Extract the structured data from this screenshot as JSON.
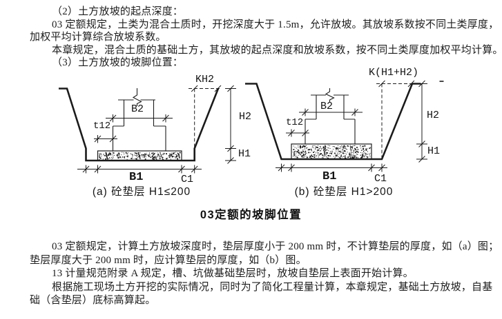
{
  "colors": {
    "background": "#ffffff",
    "ink": "#1b1b1b"
  },
  "top_paragraph": {
    "lines": [
      "（2）土方放坡的起点深度：",
      "03 定额规定，土类为混合土质时，开挖深度大于 1.5m，允许放坡。其放坡系数按不同土类厚度，",
      "加权平均计算综合放坡系数。",
      "本章规定，混合土质的基础土方，其放坡的起点深度和放坡系数，按不同土类厚度加权平均计算。",
      "（3）土方放坡的坡脚位置："
    ]
  },
  "figure": {
    "title": "03定额的坡脚位置",
    "diagram_a": {
      "caption": "(a) 砼垫层 H1≤200",
      "labels": {
        "b2": "B2",
        "t12": "t12",
        "kh2": "KH2",
        "h2": "H2",
        "h1": "H1",
        "b1": "B1",
        "c1": "C1"
      }
    },
    "diagram_b": {
      "caption": "(b) 砼垫层 H1>200",
      "labels": {
        "b2": "B2",
        "t12": "t12",
        "k_offset": "K(H1+H2)",
        "h2": "H2",
        "h1": "H1",
        "b1": "B1",
        "c1": "C1"
      }
    }
  },
  "bottom_paragraph": {
    "lines": [
      "03 定额规定，计算土方放坡深度时，垫层厚度小于 200 mm 时，不计算垫层的厚度，如（a）图；",
      "垫层厚度大于 200 mm 时，应计算垫层的厚度，如（b）图。",
      "13 计量规范附录 A 规定，槽、坑做基础垫层时，放坡自垫层上表面开始计算。",
      "根据施工现场土方开挖的实际情况，同时为了简化工程量计算，本章规定，基础土方放坡，自基",
      "础（含垫层）底标高算起。"
    ]
  }
}
